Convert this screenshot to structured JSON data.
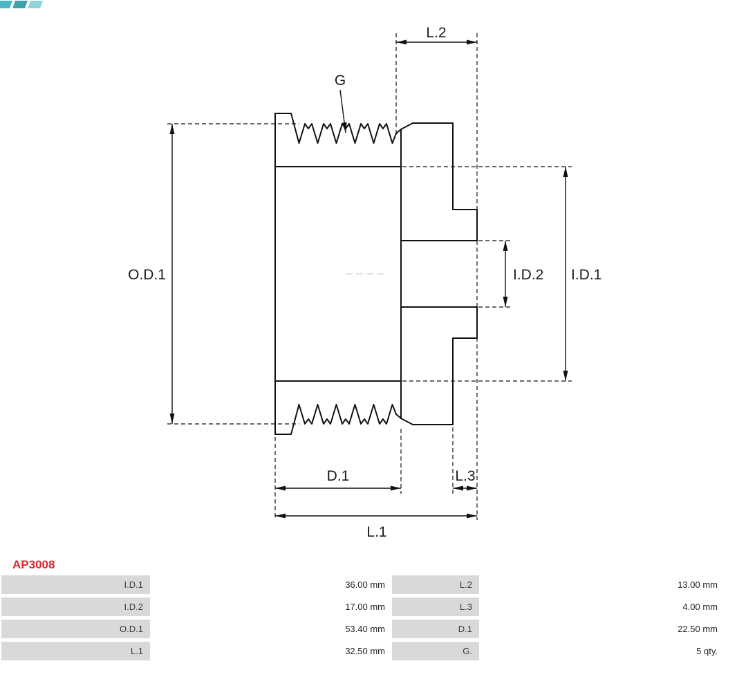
{
  "brand": {
    "logo_name": "as-pl-logo-fragment",
    "logo_teal": "#4ab5c4",
    "logo_teal_light": "#8fd2da",
    "logo_teal_dark": "#3fa0ae"
  },
  "product": {
    "code": "AP3008",
    "code_color": "#e0262d"
  },
  "drawing": {
    "type": "pulley-cross-section-technical-drawing",
    "line_color": "#111111",
    "labels": {
      "g": "G",
      "od1": "O.D.1",
      "id1": "I.D.1",
      "id2": "I.D.2",
      "d1": "D.1",
      "l1": "L.1",
      "l2": "L.2",
      "l3": "L.3"
    }
  },
  "table": {
    "label_bg": "#d9d9d9",
    "rows": [
      {
        "label_left": "I.D.1",
        "value_left": "36.00 mm",
        "label_right": "L.2",
        "value_right": "13.00 mm"
      },
      {
        "label_left": "I.D.2",
        "value_left": "17.00 mm",
        "label_right": "L.3",
        "value_right": "4.00 mm"
      },
      {
        "label_left": "O.D.1",
        "value_left": "53.40 mm",
        "label_right": "D.1",
        "value_right": "22.50 mm"
      },
      {
        "label_left": "L.1",
        "value_left": "32.50 mm",
        "label_right": "G.",
        "value_right": "5 qty."
      }
    ]
  }
}
